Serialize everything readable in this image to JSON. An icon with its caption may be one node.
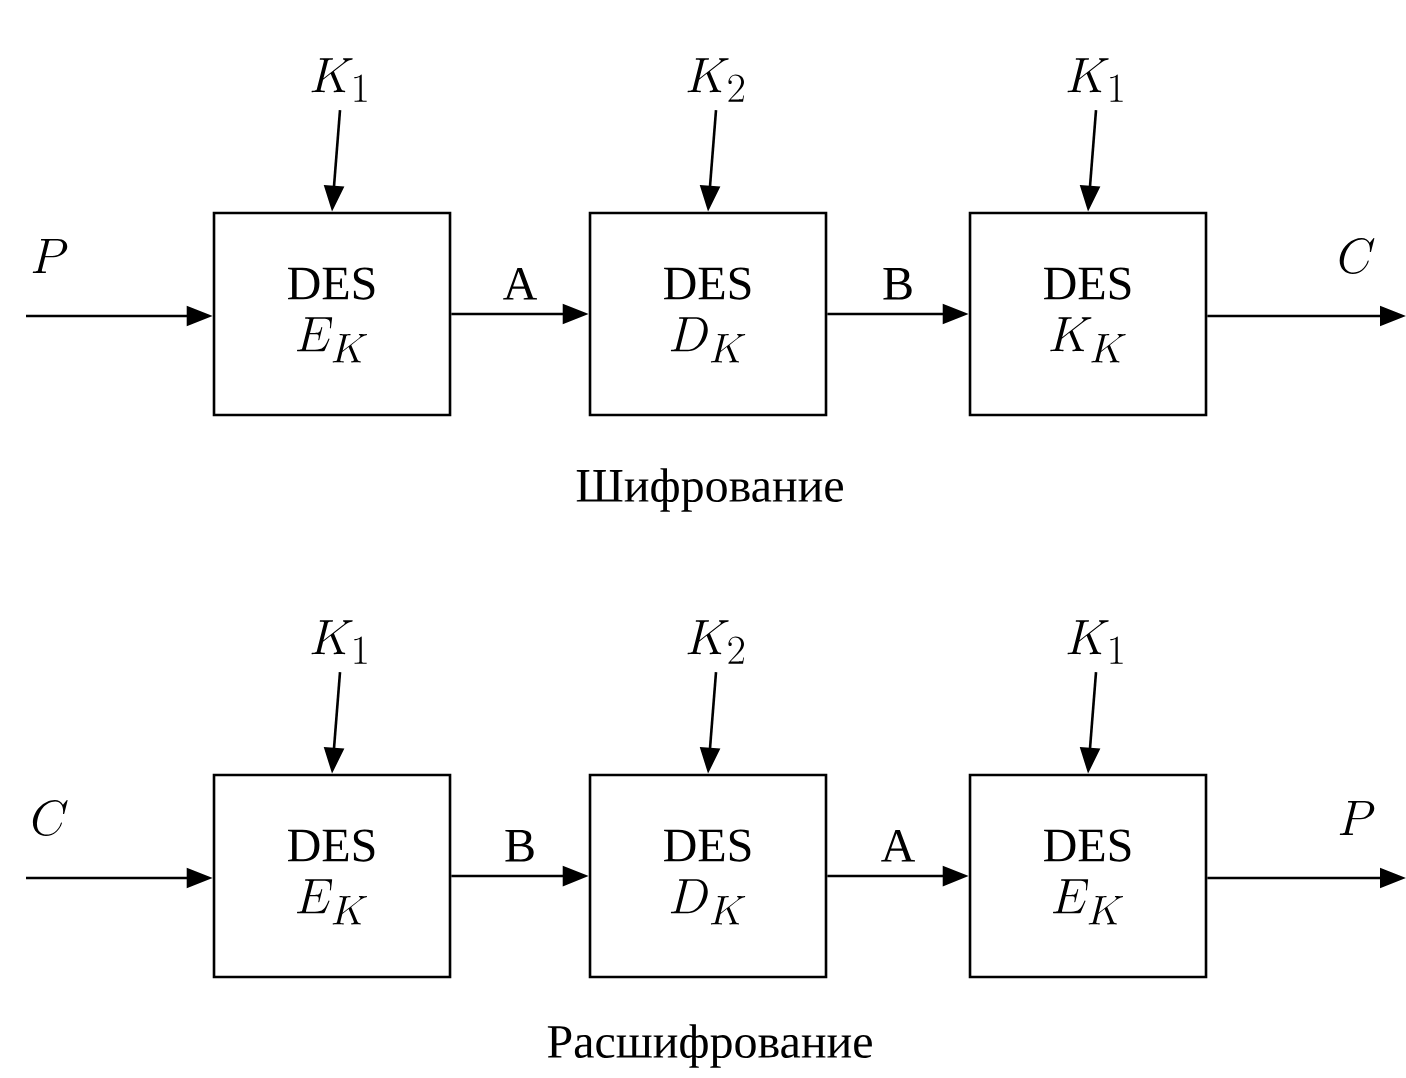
{
  "diagram": {
    "nodes": [
      {
        "text": [
          "P"
        ]
      },
      {
        "text": [
          "K_{1}"
        ]
      },
      {
        "text": [
          "DES",
          "E_{K}"
        ]
      },
      {
        "text": [
          "K_{2}"
        ]
      },
      {
        "text": [
          "DES",
          "D_{K}"
        ]
      },
      {
        "text": [
          "K_{1}"
        ]
      },
      {
        "text": [
          "DES",
          "K_{K}"
        ]
      },
      {
        "text": [
          "C"
        ]
      },
      {
        "text": [
          "C"
        ]
      },
      {
        "text": [
          "K_{1}"
        ]
      },
      {
        "text": [
          "DES",
          "E_{K}"
        ]
      },
      {
        "text": [
          "K_{2}"
        ]
      },
      {
        "text": [
          "DES",
          "D_{K}"
        ]
      },
      {
        "text": [
          "K_{1}"
        ]
      },
      {
        "text": [
          "DES",
          "E_{K}"
        ]
      },
      {
        "text": [
          "P"
        ]
      }
    ],
    "edges": [
      {
        "from": 0,
        "to": 2,
        "arrow": "to"
      },
      {
        "from": 1,
        "to": 2,
        "arrow": "to"
      },
      {
        "from": 2,
        "to": 4,
        "arrow": "to",
        "label": "A"
      },
      {
        "from": 3,
        "to": 4,
        "arrow": "to"
      },
      {
        "from": 4,
        "to": 6,
        "arrow": "to",
        "label": "B"
      },
      {
        "from": 5,
        "to": 6,
        "arrow": "to"
      },
      {
        "from": 6,
        "to": 7,
        "arrow": "to"
      },
      {
        "from": 8,
        "to": 10,
        "arrow": "to"
      },
      {
        "from": 9,
        "to": 10,
        "arrow": "to"
      },
      {
        "from": 10,
        "to": 12,
        "arrow": "to",
        "label": "B"
      },
      {
        "from": 11,
        "to": 12,
        "arrow": "to"
      },
      {
        "from": 12,
        "to": 14,
        "arrow": "to",
        "label": "A"
      },
      {
        "from": 13,
        "to": 14,
        "arrow": "to"
      },
      {
        "from": 14,
        "to": 15,
        "arrow": "to"
      }
    ],
    "labels": [
      "Шифрование",
      "Расшифрование"
    ]
  }
}
